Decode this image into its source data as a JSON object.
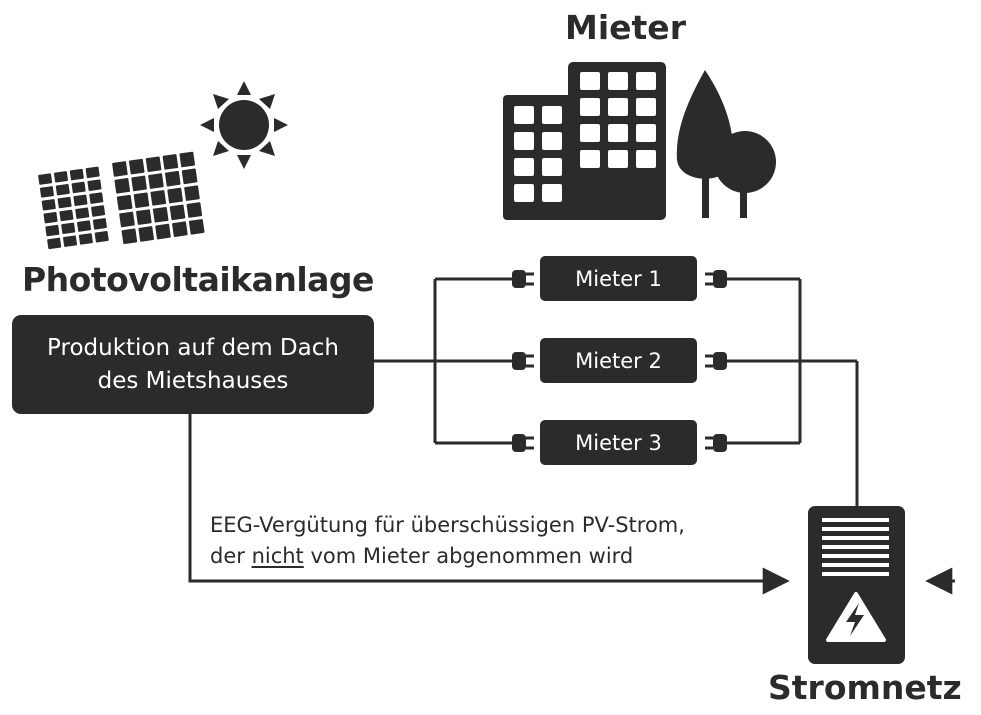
{
  "titles": {
    "mieter": "Mieter",
    "photovoltaik": "Photovoltaikanlage",
    "stromnetz": "Stromnetz"
  },
  "production": {
    "line1": "Produktion auf dem Dach",
    "line2": "des Mietshauses"
  },
  "meters": [
    "Mieter 1",
    "Mieter 2",
    "Mieter 3"
  ],
  "eeg": {
    "line1": "EEG-Vergütung für überschüssigen PV-Strom,",
    "line2_pre": "der ",
    "line2_underlined": "nicht",
    "line2_post": " vom Mieter abgenommen wird"
  },
  "icons": [
    "sun-icon",
    "solar-panel-icon",
    "apartment-building-icon",
    "tree-icon",
    "plug-icon",
    "grid-cabinet-icon",
    "high-voltage-warning-icon"
  ],
  "colors": {
    "ink": "#2b2b2b",
    "background": "#ffffff"
  }
}
